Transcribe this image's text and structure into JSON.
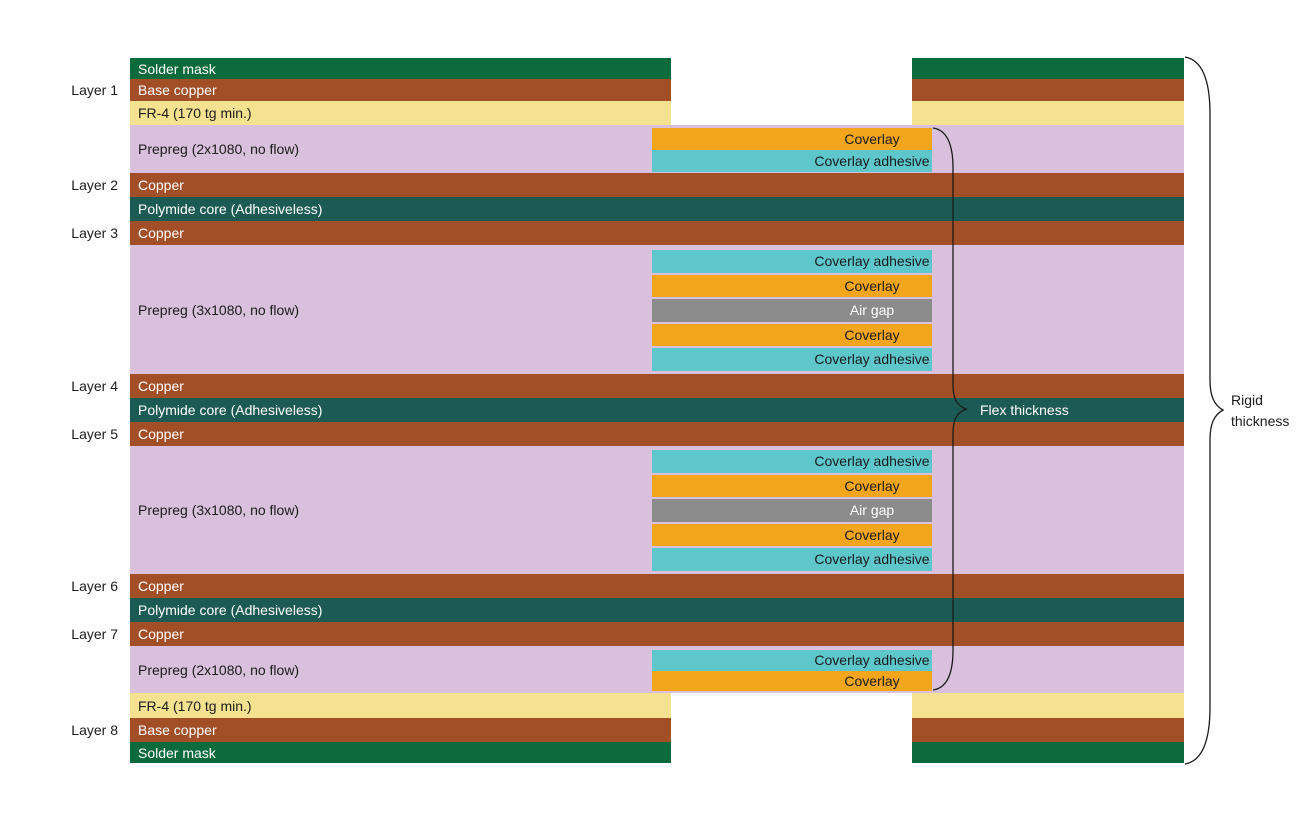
{
  "diagram": {
    "layer_labels": [
      "Layer 1",
      "Layer 2",
      "Layer 3",
      "Layer 4",
      "Layer 5",
      "Layer 6",
      "Layer 7",
      "Layer 8"
    ],
    "stack": [
      {
        "id": "solder-mask-top",
        "label": "Solder mask",
        "material": "solder_mask"
      },
      {
        "id": "base-copper-top",
        "label": "Base copper",
        "material": "copper"
      },
      {
        "id": "fr4-top",
        "label": "FR-4 (170 tg min.)",
        "material": "fr4"
      },
      {
        "id": "prepreg-2x1080-top",
        "label": "Prepreg (2x1080, no flow)",
        "material": "prepreg",
        "inserts": [
          {
            "label": "Coverlay",
            "material": "coverlay"
          },
          {
            "label": "Coverlay adhesive",
            "material": "coverlay_adhesive"
          }
        ]
      },
      {
        "id": "copper-l2",
        "label": "Copper",
        "material": "copper"
      },
      {
        "id": "polymide-core-1",
        "label": "Polymide core (Adhesiveless)",
        "material": "polymide"
      },
      {
        "id": "copper-l3",
        "label": "Copper",
        "material": "copper"
      },
      {
        "id": "prepreg-3x1080-upper",
        "label": "Prepreg (3x1080, no flow)",
        "material": "prepreg",
        "inserts": [
          {
            "label": "Coverlay adhesive",
            "material": "coverlay_adhesive"
          },
          {
            "label": "Coverlay",
            "material": "coverlay"
          },
          {
            "label": "Air gap",
            "material": "air_gap"
          },
          {
            "label": "Coverlay",
            "material": "coverlay"
          },
          {
            "label": "Coverlay adhesive",
            "material": "coverlay_adhesive"
          }
        ]
      },
      {
        "id": "copper-l4",
        "label": "Copper",
        "material": "copper"
      },
      {
        "id": "polymide-core-2",
        "label": "Polymide core (Adhesiveless)",
        "material": "polymide"
      },
      {
        "id": "copper-l5",
        "label": "Copper",
        "material": "copper"
      },
      {
        "id": "prepreg-3x1080-lower",
        "label": "Prepreg (3x1080, no flow)",
        "material": "prepreg",
        "inserts": [
          {
            "label": "Coverlay adhesive",
            "material": "coverlay_adhesive"
          },
          {
            "label": "Coverlay",
            "material": "coverlay"
          },
          {
            "label": "Air gap",
            "material": "air_gap"
          },
          {
            "label": "Coverlay",
            "material": "coverlay"
          },
          {
            "label": "Coverlay adhesive",
            "material": "coverlay_adhesive"
          }
        ]
      },
      {
        "id": "copper-l6",
        "label": "Copper",
        "material": "copper"
      },
      {
        "id": "polymide-core-3",
        "label": "Polymide core (Adhesiveless)",
        "material": "polymide"
      },
      {
        "id": "copper-l7",
        "label": "Copper",
        "material": "copper"
      },
      {
        "id": "prepreg-2x1080-bottom",
        "label": "Prepreg (2x1080, no flow)",
        "material": "prepreg",
        "inserts": [
          {
            "label": "Coverlay adhesive",
            "material": "coverlay_adhesive"
          },
          {
            "label": "Coverlay",
            "material": "coverlay"
          }
        ]
      },
      {
        "id": "fr4-bottom",
        "label": "FR-4 (170 tg min.)",
        "material": "fr4"
      },
      {
        "id": "base-copper-bottom",
        "label": "Base copper",
        "material": "copper"
      },
      {
        "id": "solder-mask-bottom",
        "label": "Solder mask",
        "material": "solder_mask"
      }
    ],
    "annotations": {
      "flex": "Flex thickness",
      "rigid": "Rigid thickness"
    },
    "colors": {
      "solder_mask": "#0C6B3C",
      "copper": "#A24E27",
      "fr4": "#F5E290",
      "prepreg": "#D9C0DC",
      "polymide": "#1C5B53",
      "coverlay": "#F3A51C",
      "coverlay_adhesive": "#5EC7CC",
      "air_gap": "#8C8C8C",
      "text_on_dark": "#FFFFFF",
      "text_on_light": "#1B1B1B",
      "brace": "#1B1B1B"
    }
  }
}
